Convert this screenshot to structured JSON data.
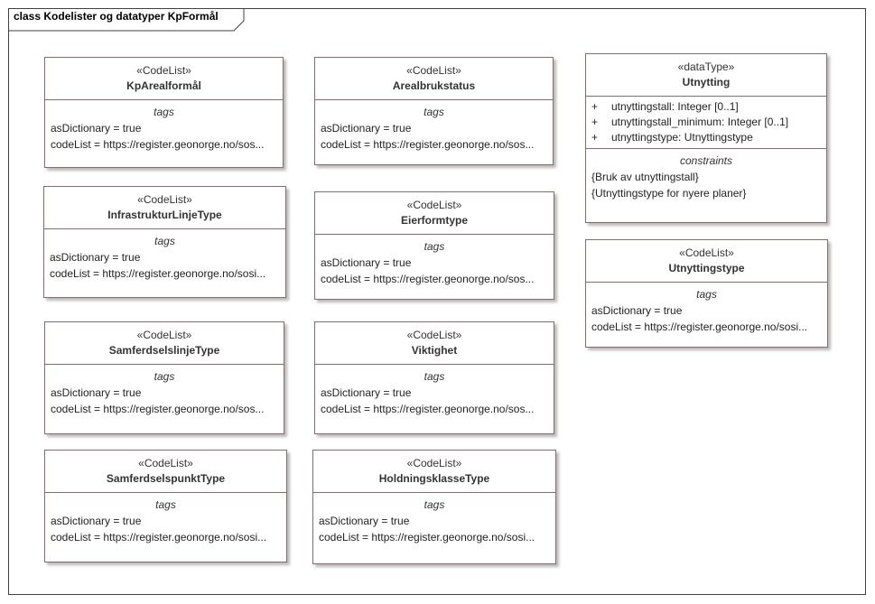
{
  "frame": {
    "title": "class Kodelister og datatyper KpFormål"
  },
  "classes": [
    {
      "stereotype": "«CodeList»",
      "name": "KpArealformål",
      "tags_title": "tags",
      "tags": [
        "asDictionary = true",
        "codeList = https://register.geonorge.no/sos..."
      ]
    },
    {
      "stereotype": "«CodeList»",
      "name": "Arealbrukstatus",
      "tags_title": "tags",
      "tags": [
        "asDictionary = true",
        "codeList = https://register.geonorge.no/sos..."
      ]
    },
    {
      "stereotype": "«CodeList»",
      "name": "InfrastrukturLinjeType",
      "tags_title": "tags",
      "tags": [
        "asDictionary = true",
        "codeList = https://register.geonorge.no/sosi..."
      ]
    },
    {
      "stereotype": "«CodeList»",
      "name": "Eierformtype",
      "tags_title": "tags",
      "tags": [
        "asDictionary = true",
        "codeList = https://register.geonorge.no/sos..."
      ]
    },
    {
      "stereotype": "«CodeList»",
      "name": "SamferdselslinjeType",
      "tags_title": "tags",
      "tags": [
        "asDictionary = true",
        "codeList = https://register.geonorge.no/sos..."
      ]
    },
    {
      "stereotype": "«CodeList»",
      "name": "Viktighet",
      "tags_title": "tags",
      "tags": [
        "asDictionary = true",
        "codeList = https://register.geonorge.no/sos..."
      ]
    },
    {
      "stereotype": "«CodeList»",
      "name": "SamferdselspunktType",
      "tags_title": "tags",
      "tags": [
        "asDictionary = true",
        "codeList = https://register.geonorge.no/sosi..."
      ]
    },
    {
      "stereotype": "«CodeList»",
      "name": "HoldningsklasseType",
      "tags_title": "tags",
      "tags": [
        "asDictionary = true",
        "codeList = https://register.geonorge.no/sosi..."
      ]
    },
    {
      "stereotype": "«CodeList»",
      "name": "Utnyttingstype",
      "tags_title": "tags",
      "tags": [
        "asDictionary = true",
        "codeList = https://register.geonorge.no/sosi..."
      ]
    }
  ],
  "datatype": {
    "stereotype": "«dataType»",
    "name": "Utnytting",
    "attributes": [
      {
        "visibility": "+",
        "text": "utnyttingstall: Integer [0..1]"
      },
      {
        "visibility": "+",
        "text": "utnyttingstall_minimum: Integer [0..1]"
      },
      {
        "visibility": "+",
        "text": "utnyttingstype: Utnyttingstype"
      }
    ],
    "constraints_title": "constraints",
    "constraints": [
      "{Bruk av utnyttingstall}",
      "{Utnyttingstype for nyere planer}"
    ]
  }
}
